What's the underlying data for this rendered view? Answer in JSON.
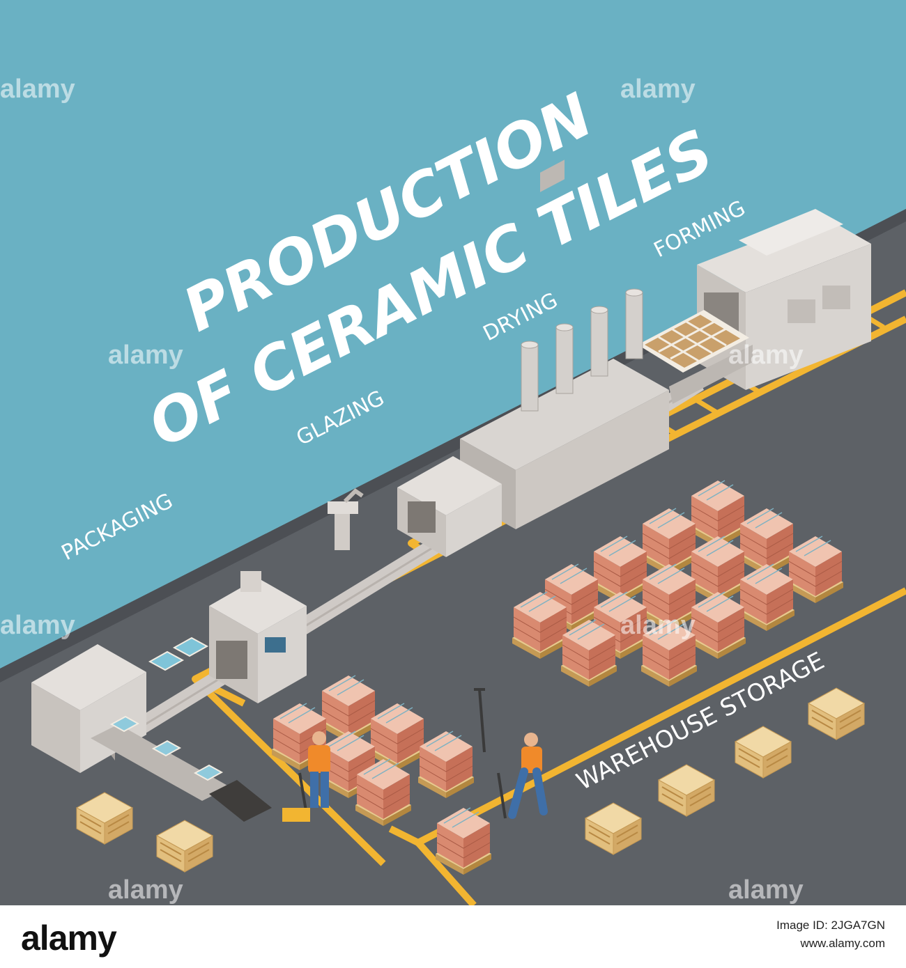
{
  "illustration": {
    "title_line1": "PRODUCTION",
    "title_line2": "OF CERAMIC TILES",
    "stages": {
      "forming": "FORMING",
      "drying": "DRYING",
      "glazing": "GLAZING",
      "packaging": "PACKAGING",
      "warehouse": "WAREHOUSE STORAGE"
    },
    "colors": {
      "sky": "#6ab1c3",
      "floor": "#5d6166",
      "lane_marking": "#f2b531",
      "machine": "#d8d4d0",
      "pallet_wood": "#e8c98c",
      "box": "#d4826b",
      "worker_vest": "#f08a2a",
      "worker_pants": "#3f6fa8"
    }
  },
  "watermark": {
    "text": "alamy"
  },
  "footer": {
    "logo": "alamy",
    "image_id_line": "Image ID: 2JGA7GN",
    "site_line": "www.alamy.com"
  }
}
